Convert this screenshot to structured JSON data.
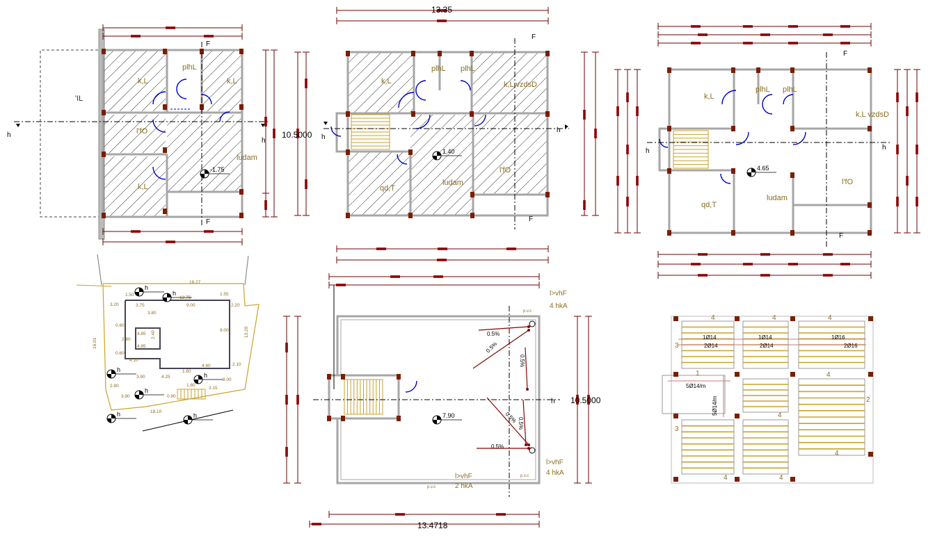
{
  "colors": {
    "dim": "#6b0000",
    "dimMark": "#8c0000",
    "wall": "#a6a6a6",
    "column": "#7a1e00",
    "hatch": "#4a4a4a",
    "label": "#8a6d1f",
    "door": "#0000cc",
    "stair": "#c9a227",
    "site": "#c9a227",
    "text": "#000000"
  },
  "plan1": {
    "rooms": [
      "k,L",
      "plhL",
      "k,L",
      "l'fO",
      "ludam",
      "k,L"
    ],
    "side": "'IL",
    "section": "h",
    "section2": "h",
    "cut": "F",
    "cut2": "F",
    "level": "-1.75"
  },
  "plan2": {
    "top_dim": "13.35",
    "side_dim": "10.5000",
    "rooms": [
      "k,L",
      "plhL",
      "plhL",
      "k,L  vzdsD",
      "qd,T",
      "ludam",
      "l'fO"
    ],
    "section": "h",
    "section2": "h",
    "cut": "F",
    "cut2": "F",
    "level": "1.40"
  },
  "plan3": {
    "rooms": [
      "k,L",
      "plhL",
      "plhL",
      "k,L  vzdsD",
      "qd,T",
      "ludam",
      "l'fO"
    ],
    "section": "h",
    "section2": "h",
    "cut": "F",
    "cut2": "F",
    "level": "4.65"
  },
  "site": {
    "labels": [
      "18.27",
      "12.75",
      "1.55",
      "1.50",
      "3.20",
      "3.75",
      "9.00",
      "2.20",
      "3.80",
      "0.60",
      "4.85",
      "2.80",
      "4.85",
      "2.40",
      "9.00",
      "13.20",
      "16.01",
      "0.60",
      "4.10",
      "4.80",
      "2.10",
      "1.60",
      "3.90",
      "4.25",
      "2.80",
      "3.00",
      "3.90",
      "0.90",
      "1.80",
      "3.15",
      "18.10"
    ]
  },
  "roof": {
    "top_label": "l>vhF",
    "top_label2": "4   hkA",
    "pvc": "p.v.c",
    "slopes": [
      "0.5%",
      "0.5%",
      "0.5%",
      "0.5%",
      "0.5%",
      "0.5%"
    ],
    "level": "7.90",
    "side_dim": "10.5000",
    "bottom_dim": "13.4718",
    "right_label": "l>vhF",
    "right_label2": "4   hkA",
    "bottom_label": "l>vhF",
    "bottom_label2": "2   hkA",
    "pvc2": "p.v.c",
    "pvc3": "p.v.c",
    "section": "h"
  },
  "slab": {
    "labels": [
      "1Ø14",
      "2Ø14",
      "1Ø14",
      "2Ø14",
      "1Ø16",
      "2Ø16",
      "5Ø14/m",
      "5Ø14/m"
    ],
    "marks": [
      "4",
      "4",
      "4",
      "3",
      "1",
      "4",
      "2",
      "3",
      "4",
      "4",
      "4",
      "4"
    ]
  }
}
